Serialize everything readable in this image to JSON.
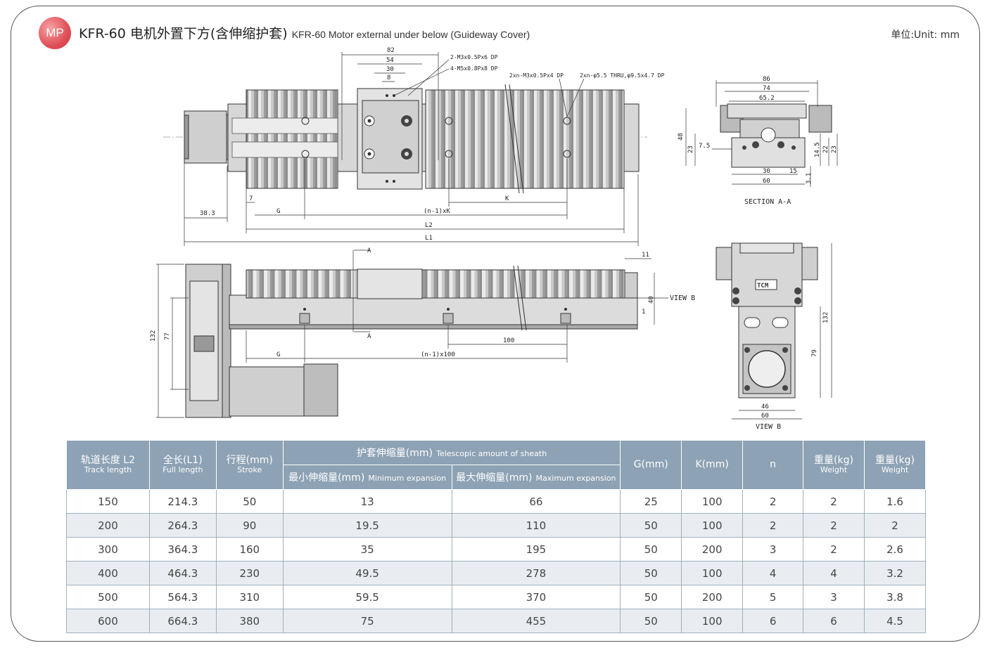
{
  "header": {
    "badge": "MP",
    "title_cn": "KFR-60 电机外置下方(含伸缩护套)",
    "title_en": "KFR-60 Motor external under below (Guideway Cover)",
    "unit": "单位:Unit: mm"
  },
  "drawing": {
    "top_view": {
      "dim_82": "82",
      "dim_54": "54",
      "dim_30": "30",
      "dim_8": "8",
      "note_m3": "2-M3x0.5Px6 DP",
      "note_m5": "4-M5x0.8Px8 DP",
      "note_2n_m3": "2xn-M3x0.5Px4 DP",
      "note_2n_thru": "2xn-φ5.5 THRU,φ9.5x4.7 DP",
      "dim_38_3": "38.3",
      "dim_7": "7",
      "dim_G": "G",
      "dim_K": "K",
      "dim_n1k": "(n-1)xK",
      "dim_L2": "L2",
      "dim_L1": "L1"
    },
    "section": {
      "dim_86": "86",
      "dim_74": "74",
      "dim_65_2": "65.2",
      "dim_48": "48",
      "dim_23_left": "23",
      "dim_7_5": "7.5",
      "dim_14_5": "14.5",
      "dim_22": "22",
      "dim_23_right": "23",
      "dim_30": "30",
      "dim_15": "15",
      "dim_60": "60",
      "dim_3_1": "3.1",
      "label": "SECTION A-A"
    },
    "side_view": {
      "dim_132": "132",
      "dim_77": "77",
      "arrow_a_top": "A",
      "arrow_a_bottom": "A",
      "dim_11": "11",
      "dim_40": "40",
      "dim_1": "1",
      "view_b": "VIEW B",
      "dim_G": "G",
      "dim_100": "100",
      "dim_n1x100": "(n-1)x100"
    },
    "view_b": {
      "dim_132": "132",
      "dim_79": "79",
      "dim_46": "46",
      "dim_60": "60",
      "label": "VIEW B",
      "logo": "TCM"
    }
  },
  "table": {
    "headers": {
      "track_cn": "轨道长度 L2",
      "track_en": "Track length",
      "full_cn": "全长(L1)",
      "full_en": "Full length",
      "stroke_cn": "行程(mm)",
      "stroke_en": "Stroke",
      "sheath_cn": "护套伸缩量(mm)",
      "sheath_en": "Telescopic amount of sheath",
      "min_cn": "最小伸缩量(mm)",
      "min_en": "Minimum expansion",
      "max_cn": "最大伸缩量(mm)",
      "max_en": "Maximum expansion",
      "g": "G(mm)",
      "k": "K(mm)",
      "n": "n",
      "w1_cn": "重量(kg)",
      "w1_en": "Weight",
      "w2_cn": "重量(kg)",
      "w2_en": "Weight"
    },
    "rows": [
      [
        "150",
        "214.3",
        "50",
        "13",
        "66",
        "25",
        "100",
        "2",
        "2",
        "1.6"
      ],
      [
        "200",
        "264.3",
        "90",
        "19.5",
        "110",
        "50",
        "100",
        "2",
        "2",
        "2"
      ],
      [
        "300",
        "364.3",
        "160",
        "35",
        "195",
        "50",
        "200",
        "3",
        "2",
        "2.6"
      ],
      [
        "400",
        "464.3",
        "230",
        "49.5",
        "278",
        "50",
        "100",
        "4",
        "4",
        "3.2"
      ],
      [
        "500",
        "564.3",
        "310",
        "59.5",
        "370",
        "50",
        "200",
        "5",
        "3",
        "3.8"
      ],
      [
        "600",
        "664.3",
        "380",
        "75",
        "455",
        "50",
        "100",
        "6",
        "6",
        "4.5"
      ]
    ]
  }
}
